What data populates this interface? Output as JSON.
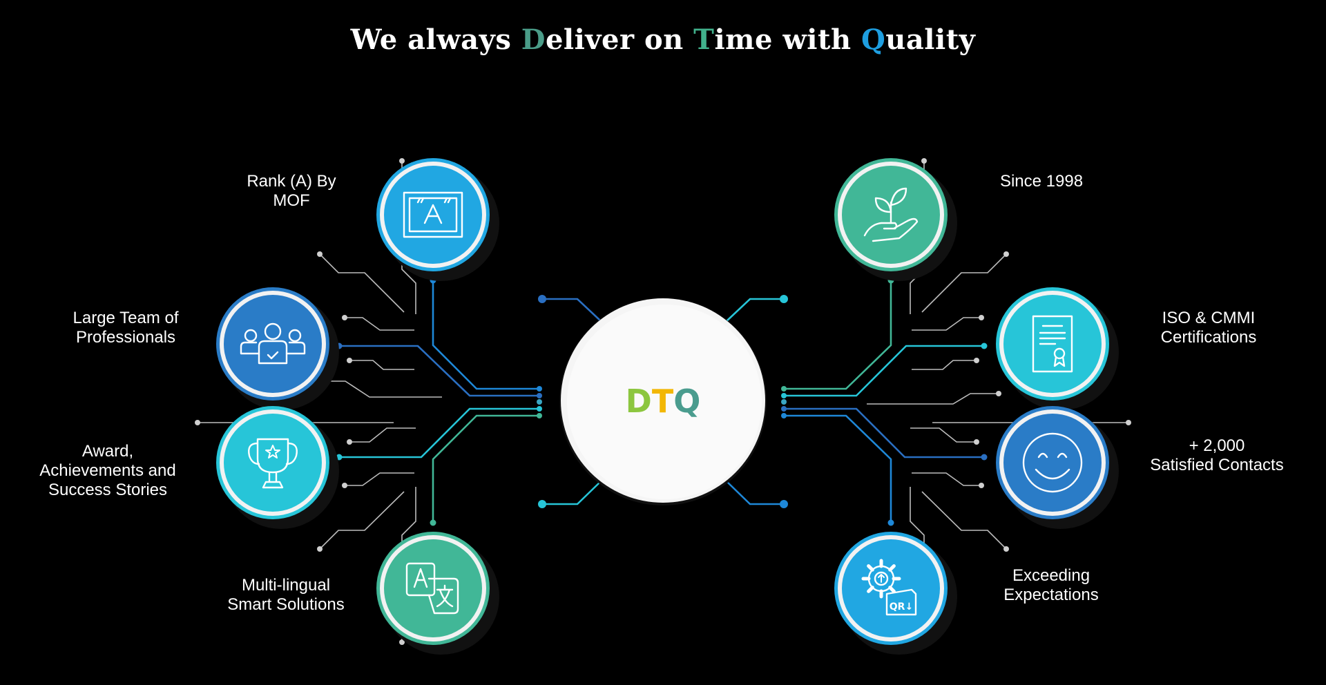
{
  "title": {
    "parts": [
      {
        "text": "We always ",
        "color": "#ffffff"
      },
      {
        "text": "D",
        "color": "#4a9c88"
      },
      {
        "text": "eliver on ",
        "color": "#ffffff"
      },
      {
        "text": "T",
        "color": "#41b18c"
      },
      {
        "text": "ime with ",
        "color": "#ffffff"
      },
      {
        "text": "Q",
        "color": "#1e9ee0"
      },
      {
        "text": "uality",
        "color": "#ffffff"
      }
    ]
  },
  "center": {
    "letters": [
      {
        "text": "D",
        "color": "#8cc63f"
      },
      {
        "text": "T",
        "color": "#f2b705"
      },
      {
        "text": "Q",
        "color": "#4a9c8e"
      }
    ]
  },
  "features": [
    {
      "id": "rank",
      "lines": [
        "Rank (A) By",
        "MOF"
      ],
      "icon": "certificate-a-icon",
      "color": "#21a7e2"
    },
    {
      "id": "team",
      "lines": [
        "Large Team of",
        "Professionals"
      ],
      "icon": "team-icon",
      "color": "#2a7cc7"
    },
    {
      "id": "award",
      "lines": [
        "Award,",
        "Achievements and",
        "Success Stories"
      ],
      "icon": "trophy-icon",
      "color": "#27c5d8"
    },
    {
      "id": "multilingual",
      "lines": [
        "Multi-lingual",
        "Smart Solutions"
      ],
      "icon": "translate-icon",
      "color": "#41b797"
    },
    {
      "id": "since",
      "lines": [
        "Since 1998"
      ],
      "icon": "plant-hand-icon",
      "color": "#41b797"
    },
    {
      "id": "iso",
      "lines": [
        "ISO & CMMI",
        "Certifications"
      ],
      "icon": "certificate-document-icon",
      "color": "#27c5d8"
    },
    {
      "id": "satisfied",
      "lines": [
        "+ 2,000",
        "Satisfied Contacts"
      ],
      "icon": "smiley-icon",
      "color": "#2a7cc7"
    },
    {
      "id": "exceeding",
      "lines": [
        "Exceeding",
        "Expectations"
      ],
      "icon": "gear-qr-icon",
      "color": "#21a7e2"
    }
  ]
}
